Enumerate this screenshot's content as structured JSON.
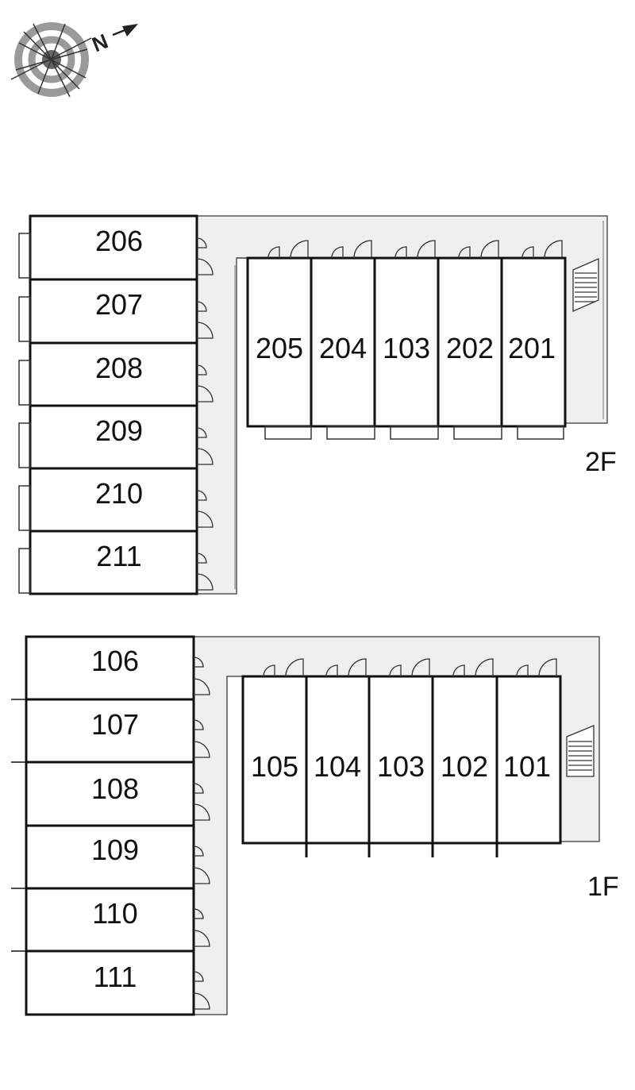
{
  "compass": {
    "label": "N"
  },
  "floors": [
    {
      "id": "2F",
      "label": "2F",
      "west_units": [
        "206",
        "207",
        "208",
        "209",
        "210",
        "211"
      ],
      "east_units": [
        "205",
        "204",
        "103",
        "202",
        "201"
      ]
    },
    {
      "id": "1F",
      "label": "1F",
      "west_units": [
        "106",
        "107",
        "108",
        "109",
        "110",
        "111"
      ],
      "east_units": [
        "105",
        "104",
        "103",
        "102",
        "101"
      ]
    }
  ],
  "colors": {
    "corridor": "#efefef",
    "wall": "#111111",
    "outline": "#555555",
    "compass_ring": "#9a9a9a"
  }
}
